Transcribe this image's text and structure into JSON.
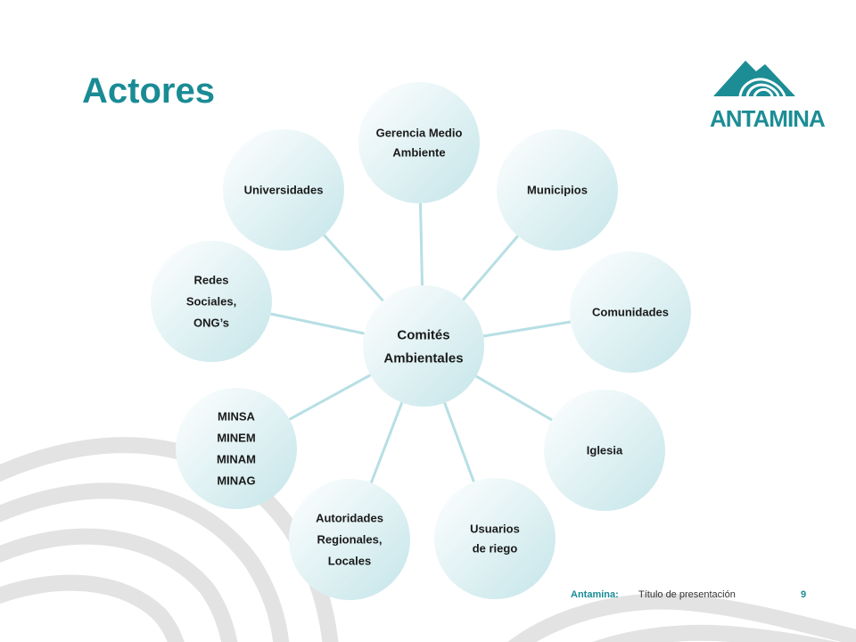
{
  "slide": {
    "title": "Actores",
    "logo_text": "ANTAMINA",
    "footer": {
      "brand": "Antamina:",
      "title": "Título de presentación",
      "page": "9"
    }
  },
  "colors": {
    "title": "#1a8b95",
    "node_fill_light": "#ffffff",
    "node_fill_dark": "#c4e5e9",
    "connector": "#b6dfe4",
    "logo": "#1d8d95",
    "background_swirl": "#e3e3e3"
  },
  "diagram": {
    "center": {
      "lines": [
        "Comités",
        "Ambientales"
      ]
    },
    "nodes": [
      {
        "id": "gerencia-medio-ambiente",
        "lines": [
          "Gerencia  Medio",
          "Ambiente"
        ]
      },
      {
        "id": "municipios",
        "lines": [
          "Municipios"
        ]
      },
      {
        "id": "comunidades",
        "lines": [
          "Comunidades"
        ]
      },
      {
        "id": "iglesia",
        "lines": [
          "Iglesia"
        ]
      },
      {
        "id": "usuarios-de-riego",
        "lines": [
          "Usuarios",
          "de riego"
        ]
      },
      {
        "id": "autoridades",
        "lines": [
          "Autoridades",
          "Regionales,",
          "Locales"
        ]
      },
      {
        "id": "ministerios",
        "lines": [
          "MINSA",
          "MINEM",
          "MINAM",
          "MINAG"
        ]
      },
      {
        "id": "redes-sociales",
        "lines": [
          "Redes",
          "Sociales,",
          "ONG’s"
        ]
      },
      {
        "id": "universidades",
        "lines": [
          "Universidades"
        ]
      }
    ]
  }
}
